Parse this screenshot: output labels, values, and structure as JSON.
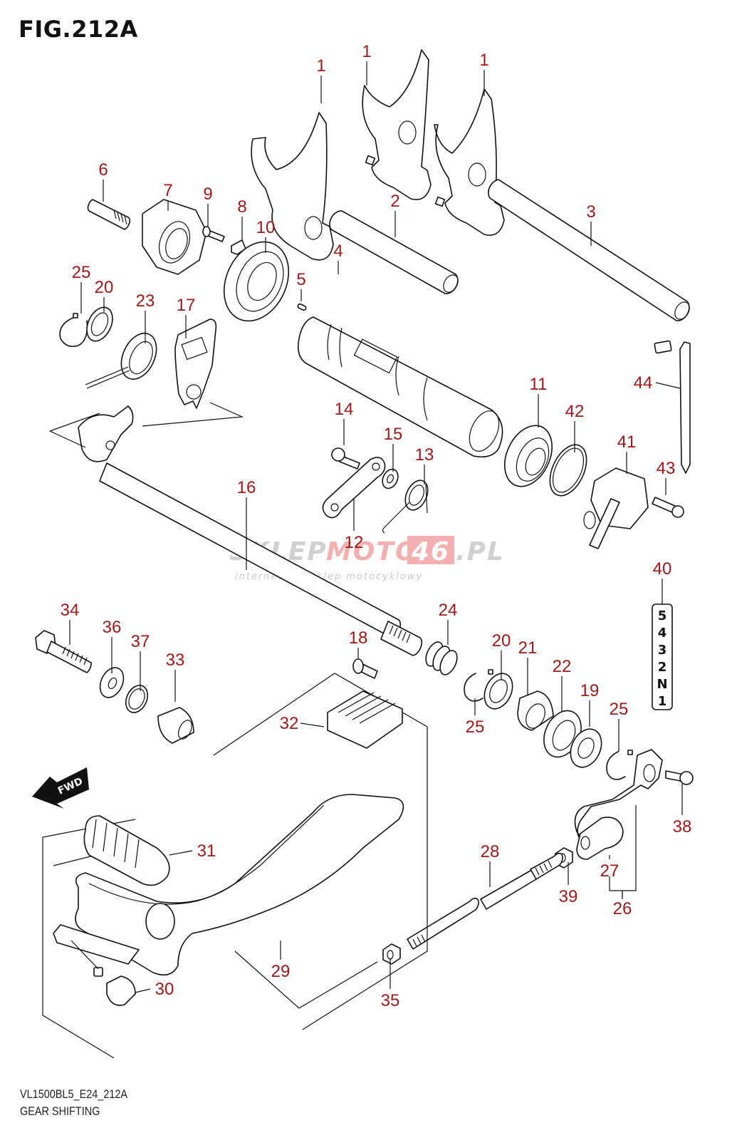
{
  "figure": {
    "title": "FIG.212A",
    "code": "VL1500BL5_E24_212A",
    "name": "GEAR SHIFTING"
  },
  "colors": {
    "callout": "#a01818",
    "line": "#111111",
    "watermark_gray": "#c8c8c8",
    "watermark_red": "#f3a5a5"
  },
  "watermark": {
    "part1": "SKLEP",
    "part2": "MOTO",
    "part3": "46",
    "part4": ".PL",
    "tagline": "internetowy sklep motocyklowy"
  },
  "gear_indicator": {
    "positions": [
      "5",
      "4",
      "3",
      "2",
      "N",
      "1"
    ]
  },
  "fwd_label": "FWD",
  "callouts": [
    {
      "id": "c1a",
      "label": "1",
      "part": "gearshift-fork-left"
    },
    {
      "id": "c1b",
      "label": "1",
      "part": "gearshift-fork-center"
    },
    {
      "id": "c1c",
      "label": "1",
      "part": "gearshift-fork-right"
    },
    {
      "id": "c2",
      "label": "2",
      "part": "fork-shaft-short"
    },
    {
      "id": "c3",
      "label": "3",
      "part": "fork-shaft-long"
    },
    {
      "id": "c4",
      "label": "4",
      "part": "gearshift-cam"
    },
    {
      "id": "c5",
      "label": "5",
      "part": "pin"
    },
    {
      "id": "c6",
      "label": "6",
      "part": "cam-pin-bolt"
    },
    {
      "id": "c7",
      "label": "7",
      "part": "cam-driven-gear"
    },
    {
      "id": "c8",
      "label": "8",
      "part": "stopper-plate"
    },
    {
      "id": "c9",
      "label": "9",
      "part": "screw"
    },
    {
      "id": "c10",
      "label": "10",
      "part": "bearing-large"
    },
    {
      "id": "c11",
      "label": "11",
      "part": "bearing"
    },
    {
      "id": "c12",
      "label": "12",
      "part": "stopper-arm"
    },
    {
      "id": "c13",
      "label": "13",
      "part": "stopper-spring"
    },
    {
      "id": "c14",
      "label": "14",
      "part": "stopper-bolt"
    },
    {
      "id": "c15",
      "label": "15",
      "part": "washer-small"
    },
    {
      "id": "c16",
      "label": "16",
      "part": "gearshift-shaft"
    },
    {
      "id": "c17",
      "label": "17",
      "part": "shift-plate"
    },
    {
      "id": "c18",
      "label": "18",
      "part": "stud-bolt"
    },
    {
      "id": "c19",
      "label": "19",
      "part": "washer"
    },
    {
      "id": "c20a",
      "label": "20",
      "part": "washer-left"
    },
    {
      "id": "c20b",
      "label": "20",
      "part": "washer-right"
    },
    {
      "id": "c21",
      "label": "21",
      "part": "needle-bearing"
    },
    {
      "id": "c22",
      "label": "22",
      "part": "oil-seal"
    },
    {
      "id": "c23",
      "label": "23",
      "part": "return-spring"
    },
    {
      "id": "c24",
      "label": "24",
      "part": "spring"
    },
    {
      "id": "c25a",
      "label": "25",
      "part": "circlip-left"
    },
    {
      "id": "c25b",
      "label": "25",
      "part": "circlip-mid"
    },
    {
      "id": "c25c",
      "label": "25",
      "part": "circlip-right"
    },
    {
      "id": "c26",
      "label": "26",
      "part": "gearshift-arm-assy"
    },
    {
      "id": "c27",
      "label": "27",
      "part": "joint"
    },
    {
      "id": "c28",
      "label": "28",
      "part": "link-rod"
    },
    {
      "id": "c29",
      "label": "29",
      "part": "gearshift-lever"
    },
    {
      "id": "c30",
      "label": "30",
      "part": "lever-joint"
    },
    {
      "id": "c31",
      "label": "31",
      "part": "lever-rubber"
    },
    {
      "id": "c32",
      "label": "32",
      "part": "pedal-rubber"
    },
    {
      "id": "c33",
      "label": "33",
      "part": "spacer"
    },
    {
      "id": "c34",
      "label": "34",
      "part": "lever-bolt"
    },
    {
      "id": "c35",
      "label": "35",
      "part": "nut"
    },
    {
      "id": "c36",
      "label": "36",
      "part": "washer-large"
    },
    {
      "id": "c37",
      "label": "37",
      "part": "wave-washer"
    },
    {
      "id": "c38",
      "label": "38",
      "part": "arm-bolt"
    },
    {
      "id": "c39",
      "label": "39",
      "part": "nut-rod"
    },
    {
      "id": "c40",
      "label": "40",
      "part": "gear-position-label"
    },
    {
      "id": "c41",
      "label": "41",
      "part": "gear-position-switch"
    },
    {
      "id": "c42",
      "label": "42",
      "part": "o-ring"
    },
    {
      "id": "c43",
      "label": "43",
      "part": "switch-bolt"
    },
    {
      "id": "c44",
      "label": "44",
      "part": "wire-clamp"
    }
  ]
}
